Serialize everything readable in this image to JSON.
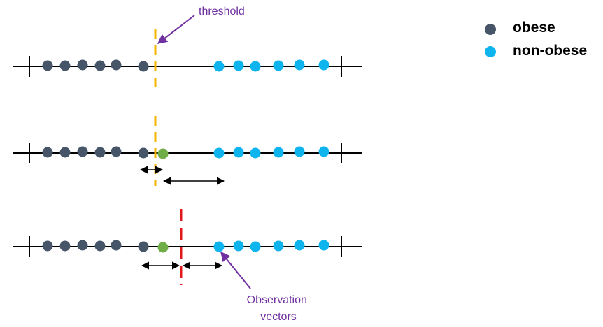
{
  "annotations": {
    "threshold_label": "threshold",
    "observation_label_line1": "Observation",
    "observation_label_line2": "vectors"
  },
  "legend": [
    {
      "label": "obese",
      "color": "#475569",
      "icon": "dark-dot-icon"
    },
    {
      "label": "non-obese",
      "color": "#0eb4ee",
      "icon": "cyan-dot-icon"
    }
  ],
  "colors": {
    "obese": "#475569",
    "non_obese": "#0eb4ee",
    "new_observation": "#70ad47",
    "threshold_initial": "#f5b400",
    "threshold_final": "#e01a1a",
    "annotation": "#7030a0",
    "line": "#000000"
  }
}
